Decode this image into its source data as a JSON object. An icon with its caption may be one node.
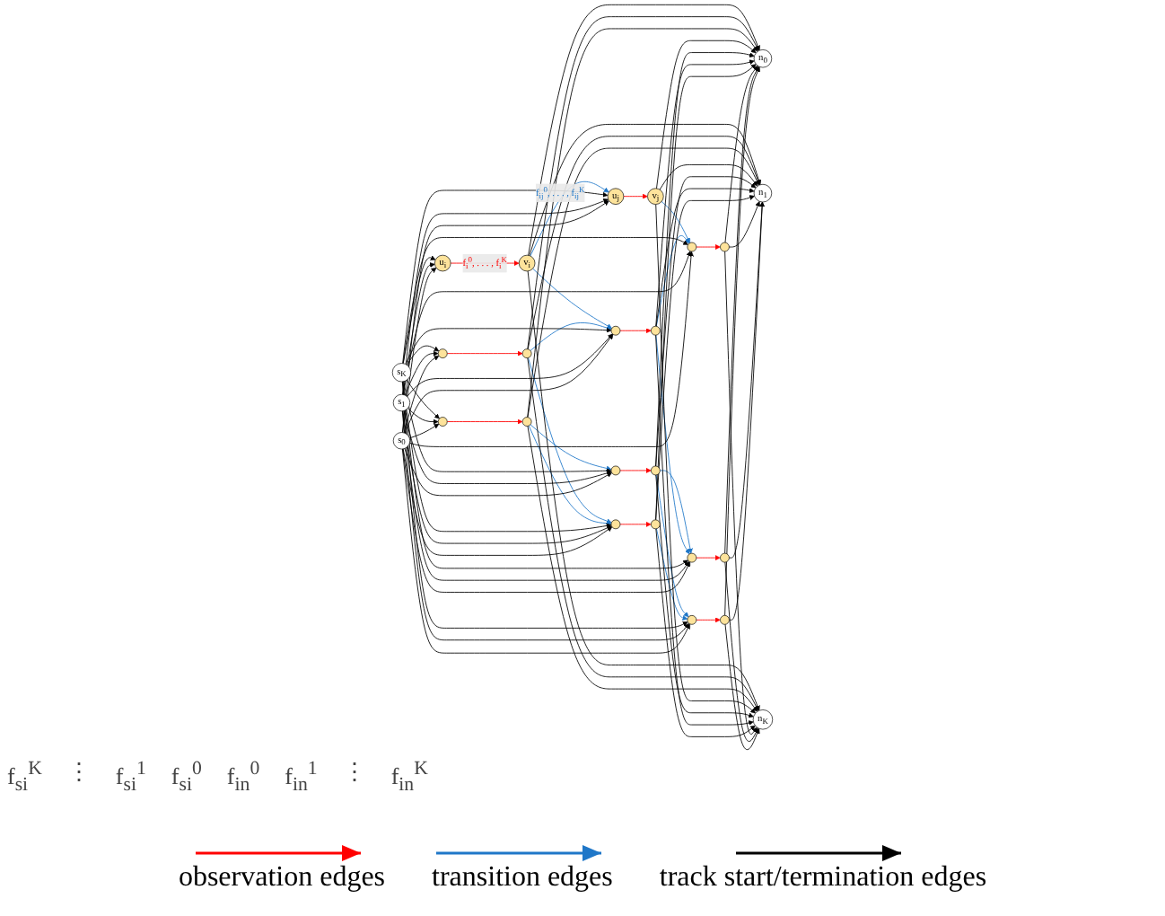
{
  "diagram": {
    "nodes": [
      {
        "text": [
          "s$_{K}$"
        ]
      },
      {
        "text": [
          "s$_{1}$"
        ]
      },
      {
        "text": [
          "s$_{0}$"
        ]
      },
      {
        "text": [
          "u$_{i}$"
        ]
      },
      {
        "text": [
          "v$_{i}$"
        ]
      },
      {
        "text": [],
        "shape": "circle"
      },
      {
        "text": [],
        "shape": "circle"
      },
      {
        "text": [],
        "shape": "circle"
      },
      {
        "text": [],
        "shape": "circle"
      },
      {
        "text": [
          "u$_{j}$"
        ]
      },
      {
        "text": [
          "v$_{j}$"
        ]
      },
      {
        "text": [],
        "shape": "circle"
      },
      {
        "text": [],
        "shape": "circle"
      },
      {
        "text": [],
        "shape": "circle"
      },
      {
        "text": [],
        "shape": "circle"
      },
      {
        "text": [],
        "shape": "circle"
      },
      {
        "text": [],
        "shape": "circle"
      },
      {
        "text": [],
        "shape": "circle"
      },
      {
        "text": [],
        "shape": "circle"
      },
      {
        "text": [],
        "shape": "circle"
      },
      {
        "text": [],
        "shape": "circle"
      },
      {
        "text": [],
        "shape": "circle"
      },
      {
        "text": [],
        "shape": "circle"
      },
      {
        "text": [
          "n$_{0}$"
        ]
      },
      {
        "text": [
          "n$_{1}$"
        ]
      },
      {
        "text": [
          "n$_{K}$"
        ]
      }
    ],
    "edges": [
      {
        "from": 3,
        "to": 4,
        "arrow": "to",
        "color": "#ff0000",
        "label": "f$_{i}$$^{0}$, . . . , f$_{i}$$^{K}$"
      },
      {
        "from": 5,
        "to": 6,
        "arrow": "to",
        "color": "#ff0000"
      },
      {
        "from": 7,
        "to": 8,
        "arrow": "to",
        "color": "#ff0000"
      },
      {
        "from": 9,
        "to": 10,
        "arrow": "to",
        "color": "#ff0000"
      },
      {
        "from": 11,
        "to": 12,
        "arrow": "to",
        "color": "#ff0000"
      },
      {
        "from": 13,
        "to": 14,
        "arrow": "to",
        "color": "#ff0000"
      },
      {
        "from": 15,
        "to": 16,
        "arrow": "to",
        "color": "#ff0000"
      },
      {
        "from": 17,
        "to": 18,
        "arrow": "to",
        "color": "#ff0000"
      },
      {
        "from": 19,
        "to": 20,
        "arrow": "to",
        "color": "#ff0000"
      },
      {
        "from": 21,
        "to": 22,
        "arrow": "to",
        "color": "#ff0000"
      },
      {
        "from": 4,
        "to": 9,
        "arrow": "to",
        "color": "#1f77c8",
        "label": "f$_{ij}$$^{0}$, . . . , f$_{ij}$$^{K}$"
      },
      {
        "from": 4,
        "to": 13,
        "arrow": "to",
        "color": "#1f77c8"
      },
      {
        "from": 6,
        "to": 13,
        "arrow": "to",
        "color": "#1f77c8"
      },
      {
        "from": 6,
        "to": 15,
        "arrow": "to",
        "color": "#1f77c8"
      },
      {
        "from": 8,
        "to": 11,
        "arrow": "to",
        "color": "#1f77c8"
      },
      {
        "from": 8,
        "to": 15,
        "arrow": "to",
        "color": "#1f77c8"
      },
      {
        "from": 10,
        "to": 17,
        "arrow": "to",
        "color": "#1f77c8"
      },
      {
        "from": 12,
        "to": 19,
        "arrow": "to",
        "color": "#1f77c8"
      },
      {
        "from": 12,
        "to": 21,
        "arrow": "to",
        "color": "#1f77c8"
      },
      {
        "from": 14,
        "to": 17,
        "arrow": "to",
        "color": "#1f77c8"
      },
      {
        "from": 14,
        "to": 19,
        "arrow": "to",
        "color": "#1f77c8"
      },
      {
        "from": 16,
        "to": 21,
        "arrow": "to",
        "color": "#1f77c8"
      },
      {
        "from": 0,
        "to": 3,
        "arrow": "to"
      },
      {
        "from": 0,
        "to": 5,
        "arrow": "to"
      },
      {
        "from": 0,
        "to": 7,
        "arrow": "to"
      },
      {
        "from": 0,
        "to": 9,
        "arrow": "to"
      },
      {
        "from": 0,
        "to": 11,
        "arrow": "to"
      },
      {
        "from": 0,
        "to": 13,
        "arrow": "to"
      },
      {
        "from": 0,
        "to": 15,
        "arrow": "to"
      },
      {
        "from": 0,
        "to": 17,
        "arrow": "to"
      },
      {
        "from": 0,
        "to": 19,
        "arrow": "to"
      },
      {
        "from": 0,
        "to": 21,
        "arrow": "to"
      },
      {
        "from": 1,
        "to": 3,
        "arrow": "to"
      },
      {
        "from": 1,
        "to": 5,
        "arrow": "to"
      },
      {
        "from": 1,
        "to": 7,
        "arrow": "to"
      },
      {
        "from": 1,
        "to": 9,
        "arrow": "to"
      },
      {
        "from": 1,
        "to": 11,
        "arrow": "to"
      },
      {
        "from": 1,
        "to": 13,
        "arrow": "to"
      },
      {
        "from": 1,
        "to": 15,
        "arrow": "to"
      },
      {
        "from": 1,
        "to": 17,
        "arrow": "to"
      },
      {
        "from": 1,
        "to": 19,
        "arrow": "to"
      },
      {
        "from": 1,
        "to": 21,
        "arrow": "to"
      },
      {
        "from": 2,
        "to": 3,
        "arrow": "to"
      },
      {
        "from": 2,
        "to": 5,
        "arrow": "to"
      },
      {
        "from": 2,
        "to": 7,
        "arrow": "to"
      },
      {
        "from": 2,
        "to": 9,
        "arrow": "to"
      },
      {
        "from": 2,
        "to": 11,
        "arrow": "to"
      },
      {
        "from": 2,
        "to": 13,
        "arrow": "to"
      },
      {
        "from": 2,
        "to": 15,
        "arrow": "to"
      },
      {
        "from": 2,
        "to": 17,
        "arrow": "to"
      },
      {
        "from": 2,
        "to": 19,
        "arrow": "to"
      },
      {
        "from": 2,
        "to": 21,
        "arrow": "to"
      },
      {
        "from": 4,
        "to": 23,
        "arrow": "to"
      },
      {
        "from": 6,
        "to": 23,
        "arrow": "to"
      },
      {
        "from": 8,
        "to": 23,
        "arrow": "to"
      },
      {
        "from": 10,
        "to": 23,
        "arrow": "to"
      },
      {
        "from": 12,
        "to": 23,
        "arrow": "to"
      },
      {
        "from": 14,
        "to": 23,
        "arrow": "to"
      },
      {
        "from": 16,
        "to": 23,
        "arrow": "to"
      },
      {
        "from": 18,
        "to": 23,
        "arrow": "to"
      },
      {
        "from": 20,
        "to": 23,
        "arrow": "to"
      },
      {
        "from": 22,
        "to": 23,
        "arrow": "to"
      },
      {
        "from": 4,
        "to": 24,
        "arrow": "to"
      },
      {
        "from": 6,
        "to": 24,
        "arrow": "to"
      },
      {
        "from": 8,
        "to": 24,
        "arrow": "to"
      },
      {
        "from": 10,
        "to": 24,
        "arrow": "to"
      },
      {
        "from": 12,
        "to": 24,
        "arrow": "to"
      },
      {
        "from": 14,
        "to": 24,
        "arrow": "to"
      },
      {
        "from": 16,
        "to": 24,
        "arrow": "to"
      },
      {
        "from": 18,
        "to": 24,
        "arrow": "to"
      },
      {
        "from": 20,
        "to": 24,
        "arrow": "to"
      },
      {
        "from": 22,
        "to": 24,
        "arrow": "to"
      },
      {
        "from": 4,
        "to": 25,
        "arrow": "to"
      },
      {
        "from": 6,
        "to": 25,
        "arrow": "to"
      },
      {
        "from": 8,
        "to": 25,
        "arrow": "to"
      },
      {
        "from": 10,
        "to": 25,
        "arrow": "to"
      },
      {
        "from": 12,
        "to": 25,
        "arrow": "to"
      },
      {
        "from": 14,
        "to": 25,
        "arrow": "to"
      },
      {
        "from": 16,
        "to": 25,
        "arrow": "to"
      },
      {
        "from": 18,
        "to": 25,
        "arrow": "to"
      },
      {
        "from": 20,
        "to": 25,
        "arrow": "to"
      },
      {
        "from": 22,
        "to": 25,
        "arrow": "to"
      }
    ],
    "labels": [
      "f$_{si}$$^{K}$",
      "⋮",
      "f$_{si}$$^{1}$",
      "f$_{si}$$^{0}$",
      "f$_{in}$$^{0}$",
      "f$_{in}$$^{1}$",
      "⋮",
      "f$_{in}$$^{K}$"
    ],
    "legend": [
      {
        "text": "observation edges"
      },
      {
        "text": "transition edges"
      },
      {
        "text": "track start/termination edges"
      }
    ]
  }
}
